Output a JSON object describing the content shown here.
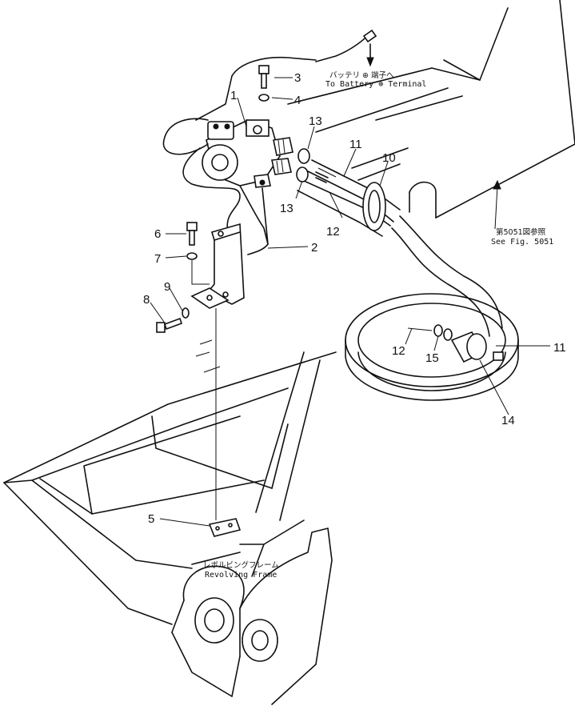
{
  "notes": {
    "battery_jp": "バッテリ ⊕ 端子へ",
    "battery_en": "To Battery ⊕ Terminal",
    "fig_jp": "第5051図参照",
    "fig_en": "See Fig. 5051",
    "frame_jp": "レボルビングフレーム",
    "frame_en": "Revolving Frame"
  },
  "callouts": {
    "c1": "1",
    "c2": "2",
    "c3": "3",
    "c4": "4",
    "c5": "5",
    "c6": "6",
    "c7": "7",
    "c8": "8",
    "c9": "9",
    "c10": "10",
    "c11a": "11",
    "c11b": "11",
    "c12a": "12",
    "c12b": "12",
    "c13a": "13",
    "c13b": "13",
    "c14": "14",
    "c15": "15"
  }
}
